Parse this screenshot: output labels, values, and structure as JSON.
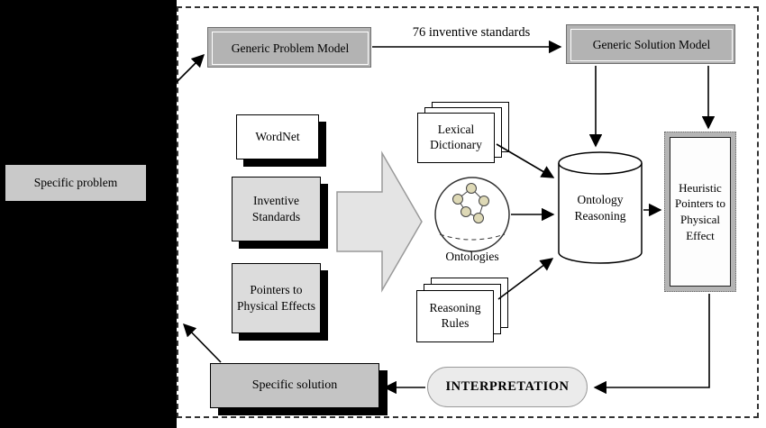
{
  "panel": {
    "specific_problem": "Specific problem"
  },
  "flow": {
    "generic_problem_model": "Generic Problem Model",
    "inventive_standards_label": "76 inventive standards",
    "generic_solution_model": "Generic Solution Model",
    "wordnet": "WordNet",
    "inventive_standards": "Inventive Standards",
    "pointers_physical_effects": "Pointers to Physical Effects",
    "lexical_dictionary": "Lexical Dictionary",
    "ontologies": "Ontologies",
    "reasoning_rules": "Reasoning Rules",
    "ontology_reasoning": "Ontology Reasoning",
    "heuristic_pointers": "Heuristic Pointers to Physical Effect",
    "interpretation": "INTERPRETATION",
    "specific_solution": "Specific solution"
  },
  "colors": {
    "panel_black": "#000000",
    "model_box_gray": "#b3b3b3",
    "source_box_gray": "#dcdcdc",
    "block_arrow_fill": "#e4e4e4",
    "interpretation_fill": "#ebebeb",
    "ontology_node_fill": "#ded9b6"
  }
}
